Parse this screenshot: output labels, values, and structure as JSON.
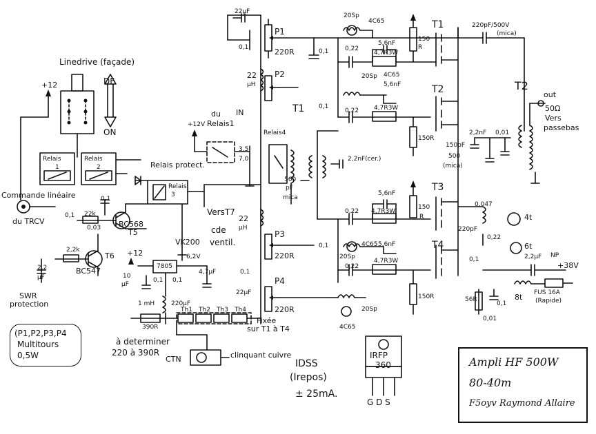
{
  "blocks": {
    "linedrive": "Linedrive (façade)",
    "plus12_a": "+12",
    "df": "DF",
    "on": "ON",
    "relais1_name": "Relais",
    "relais1_num": "1",
    "relais2_name": "Relais",
    "relais2_num": "2",
    "commande": "Commande linéaire",
    "du_trcv": "du TRCV",
    "relais_protect": "Relais protect.",
    "relais3_name": "Relais",
    "relais3_num": "3",
    "relais4": "Relais4",
    "du": "du",
    "relais1_ref": "Relais1",
    "in": "IN",
    "plus12_b": "+12V",
    "verst7": "VersT7",
    "cde": "cde",
    "ventil": "ventil.",
    "vk200": "VK200",
    "plus12_c": "+12",
    "reg_7805": "7805",
    "swr1": "SWR",
    "swr2": "protection",
    "mh1": "1 mH",
    "ctn": "CTN",
    "th1": "Th1",
    "th2": "Th2",
    "th3": "Th3",
    "th4": "Th4",
    "fixee1": "Fixée",
    "fixee2": "sur T1 à T4",
    "a_determiner": "à determiner",
    "range": "220 à 390R",
    "clinquant": "clinquant cuivre",
    "idss": "IDSS",
    "irepos": "(Irepos)",
    "ma": "± 25mA.",
    "irfp1": "IRFP",
    "irfp2": "360",
    "gds": "G D S",
    "out": "out",
    "ohm50": "50Ω",
    "vers": "Vers",
    "passebas": "passebas",
    "plus38": "+38V",
    "fus": "FUS 16A",
    "rapide": "(Rapide)",
    "t8": "8t",
    "t4": "4t",
    "t6": "6t",
    "np": "NP"
  },
  "refs": {
    "p1": "P1",
    "p2": "P2",
    "p3": "P3",
    "p4": "P4",
    "t1": "T1",
    "t2": "T2",
    "t3": "T3",
    "t4": "T4",
    "t1b": "T1",
    "t2big": "T2",
    "t5": "T5",
    "t6": "T6",
    "bc568": "BC568",
    "bc547": "BC547",
    "t5_code": "T5"
  },
  "values": {
    "c22uf_top": "22µF",
    "c01_top": "0,1",
    "r220_p1": "220R",
    "r220_p2": "22",
    "l22uh": "µH",
    "c01_p2": "0,1",
    "c01_a": "0,1",
    "c022_a": "0,22",
    "c56n_a": "5,6nF",
    "r47_a": "4,7R3W",
    "r150_a": "150",
    "r150_a2": "R",
    "c220p": "220pF/500V",
    "mica_top": "(mica)",
    "sp20_a": "20Sp",
    "core_a": "4C65",
    "sp20_b": "20Sp",
    "core_b": "4C65",
    "c56n_b": "5,6nF",
    "c022_b": "0,22",
    "r47_b": "4,7R3W",
    "r150_b": "150R",
    "c150p": "150pF",
    "c22n_a": "2,2nF",
    "c001": "0,01",
    "c500": "500",
    "mica_mid": "(mica)",
    "c01_b": "0,1",
    "c22n_cer": "2,2nF(cer.)",
    "c35": "3,5",
    "c70": "7,0",
    "c560p": "560",
    "pf": "pF",
    "mica_sm": "mica",
    "c01_l": "0,1",
    "r22k_a": "22k",
    "c003": "0,03",
    "c01_r": "0,1",
    "r22k_b": "2,2k",
    "c22_uf": "2,2",
    "uf_sm": "µF",
    "l22uh_b": "22",
    "l22uh_b2": "µH",
    "r220_p3": "220R",
    "c01_p3": "0,1",
    "c56n_c": "5,6nF",
    "c022_c": "0,22",
    "r47_c": "4,7R3W",
    "r150_c": "150",
    "r150_c2": "R",
    "c0047": "0,047",
    "c022_d": "0,22",
    "c220pf_d": "220pF",
    "sp20_c": "20Sp",
    "core_c": "4C65",
    "c56n_d": "5,6nF",
    "c022_e": "0,22",
    "r47_d": "4,7R3W",
    "r150_d": "150R",
    "c01_e": "0,1",
    "c22_np": "2,2µF",
    "c01_f": "0,1",
    "c001_b": "0,01",
    "r56r": "56R",
    "c01_g": "0,1",
    "r220_p4": "220R",
    "c22uf_b": "22µF",
    "sp20_d": "20Sp",
    "core_d": "4C65",
    "c62v": "6,2V",
    "c47uf": "4,7µF",
    "c10uf": "10",
    "uf_b": "µF",
    "c01_h": "0,1",
    "c01_i": "0,1",
    "c220uf": "220µF",
    "r390": "390R"
  },
  "notes": {
    "line1": "(P1,P2,P3,P4",
    "line2": "Multitours",
    "line3": "0,5W"
  },
  "title": {
    "line1": "Ampli HF 500W",
    "line2": "80-40m",
    "line3": "F5oyv Raymond Allaire"
  }
}
